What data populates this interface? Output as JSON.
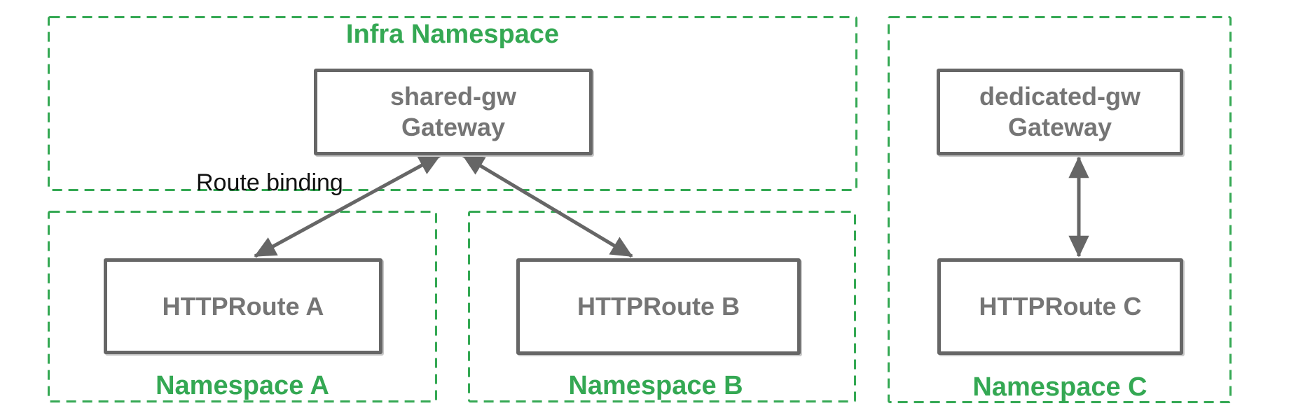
{
  "diagram": {
    "namespaces": {
      "infra": {
        "label": "Infra Namespace",
        "label_position": "top"
      },
      "a": {
        "label": "Namespace A",
        "label_position": "bottom"
      },
      "b": {
        "label": "Namespace B",
        "label_position": "bottom"
      },
      "c": {
        "label": "Namespace C",
        "label_position": "bottom"
      }
    },
    "nodes": {
      "shared_gw": {
        "name": "shared-gw",
        "kind": "Gateway",
        "namespace": "Infra Namespace"
      },
      "dedicated_gw": {
        "name": "dedicated-gw",
        "kind": "Gateway",
        "namespace": "Namespace C"
      },
      "httproute_a": {
        "label": "HTTPRoute A",
        "namespace": "Namespace A"
      },
      "httproute_b": {
        "label": "HTTPRoute B",
        "namespace": "Namespace B"
      },
      "httproute_c": {
        "label": "HTTPRoute C",
        "namespace": "Namespace C"
      }
    },
    "edges": [
      {
        "from": "HTTPRoute A",
        "to": "shared-gw Gateway",
        "style": "double-headed-arrow",
        "label": "Route binding"
      },
      {
        "from": "HTTPRoute B",
        "to": "shared-gw Gateway",
        "style": "double-headed-arrow",
        "label": ""
      },
      {
        "from": "HTTPRoute C",
        "to": "dedicated-gw Gateway",
        "style": "double-headed-arrow",
        "label": ""
      }
    ],
    "colors": {
      "namespace_green": "#34A853",
      "node_border_gray": "#666666",
      "node_text_gray": "#757575",
      "edge_gray": "#666666",
      "edge_label_black": "#111111",
      "background": "#ffffff"
    }
  }
}
